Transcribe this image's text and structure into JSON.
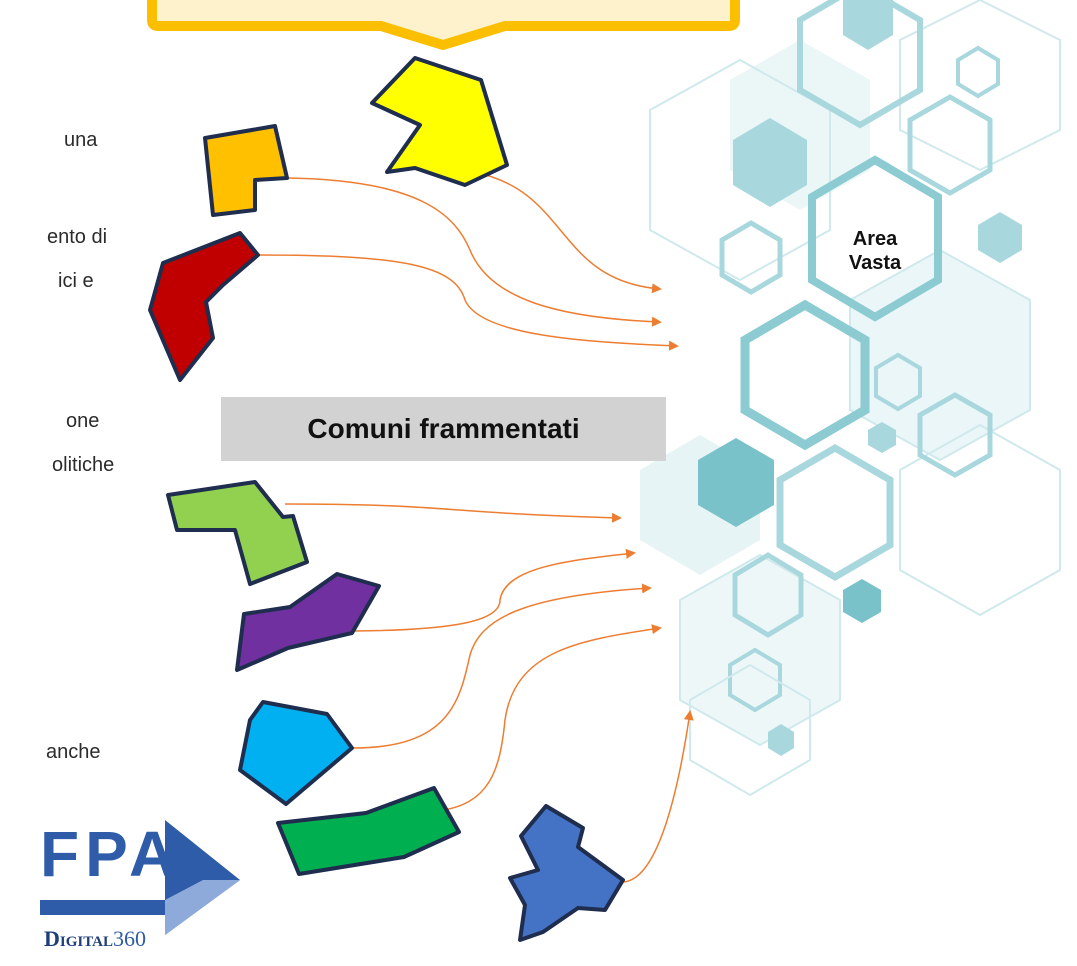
{
  "left_text": {
    "line1": "una",
    "line2a": "ento di",
    "line2b": "ici e",
    "line3a": "one",
    "line3b": "olitiche",
    "line4": "anche"
  },
  "banner": {
    "label": "Comuni frammentati"
  },
  "area": {
    "line1": "Area",
    "line2": "Vasta"
  },
  "logo": {
    "fpa": "FPA",
    "digital": "Digital",
    "num": "360"
  },
  "colors": {
    "arrow": "#ed7d31",
    "hex_light": "#a8d8dd",
    "hex_mid": "#8ccbd2",
    "hex_dark": "#7ac2ca",
    "banner_bg": "#d2d2d2",
    "callout_fill": "#fef2cc",
    "callout_border": "#fbbf00",
    "piece_outline": "#1f2d4f",
    "piece_yellow": "#ffff00",
    "piece_orange": "#ffc000",
    "piece_red": "#c00000",
    "piece_lightgreen": "#92d050",
    "piece_purple": "#7030a0",
    "piece_lightblue": "#00b0f0",
    "piece_green": "#00b050",
    "piece_blue": "#4472c4",
    "logo_blue": "#2e5ca8",
    "logo_lightblue": "#8eaadb"
  }
}
